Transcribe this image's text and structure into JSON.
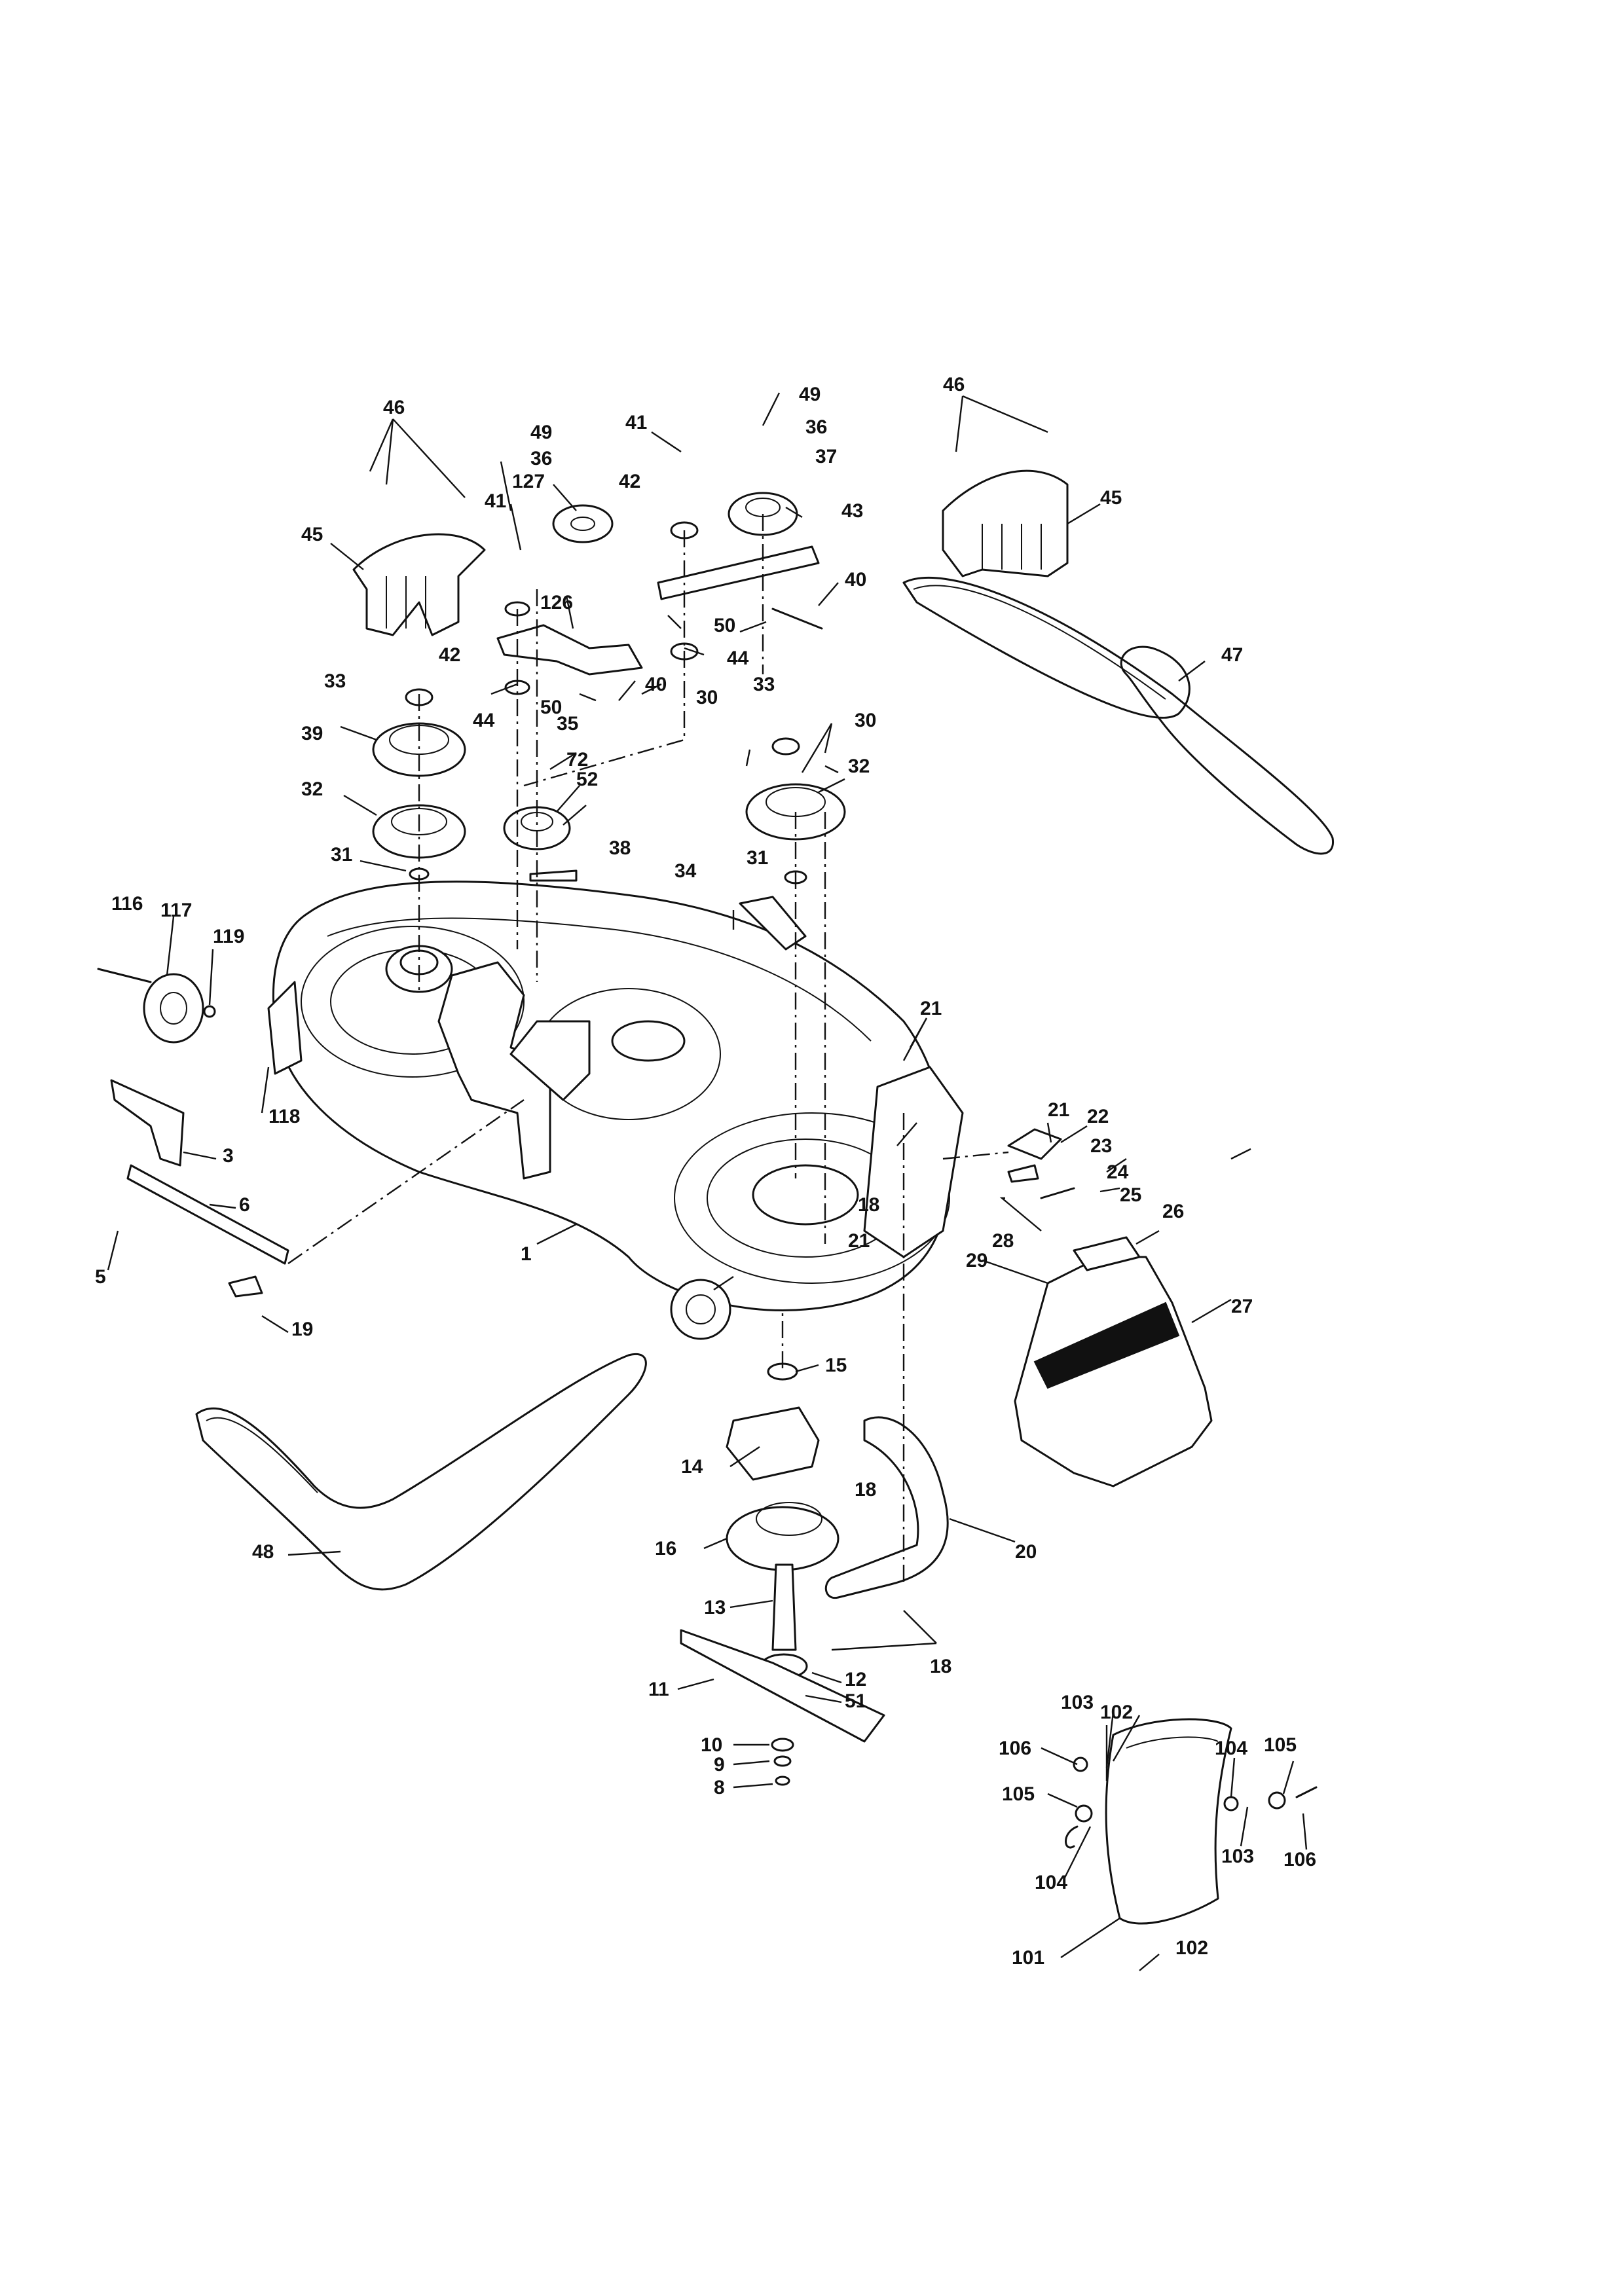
{
  "diagram": {
    "callouts": [
      "46",
      "49",
      "41",
      "36",
      "37",
      "43",
      "127",
      "42",
      "45",
      "40",
      "126",
      "50",
      "44",
      "33",
      "39",
      "35",
      "72",
      "52",
      "30",
      "32",
      "38",
      "31",
      "34",
      "116",
      "117",
      "119",
      "118",
      "21",
      "22",
      "23",
      "24",
      "25",
      "3",
      "6",
      "5",
      "1",
      "26",
      "28",
      "29",
      "27",
      "19",
      "15",
      "18",
      "14",
      "20",
      "16",
      "48",
      "13",
      "12",
      "51",
      "11",
      "10",
      "9",
      "8",
      "103",
      "102",
      "106",
      "105",
      "104",
      "101"
    ]
  }
}
